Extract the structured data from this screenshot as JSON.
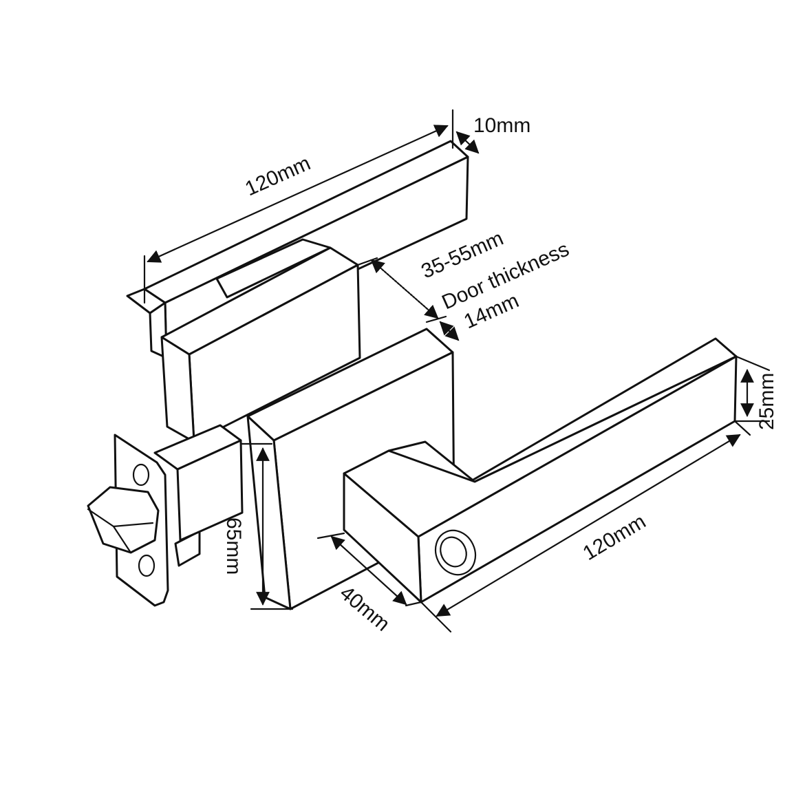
{
  "dimensions": {
    "top_handle_length": "120mm",
    "handle_thickness": "10mm",
    "door_thickness_range": "35-55mm",
    "door_thickness_label": "Door thickness",
    "rose_thickness": "14mm",
    "handle_height": "25mm",
    "rose_height": "65mm",
    "neck_length": "40mm",
    "bottom_handle_length": "120mm"
  },
  "colors": {
    "line": "#111111",
    "background": "#ffffff"
  }
}
